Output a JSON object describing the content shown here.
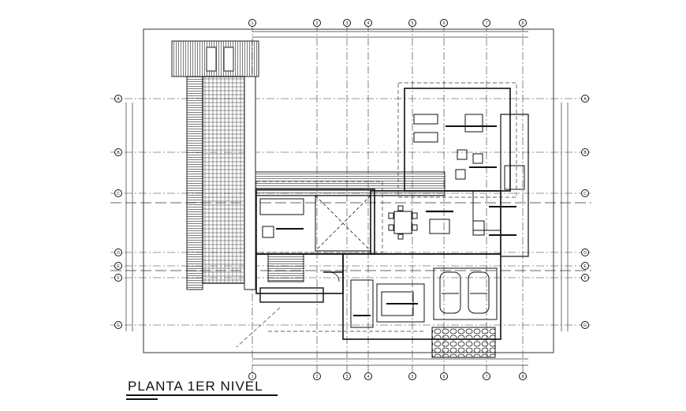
{
  "drawing": {
    "title": "PLANTA 1ER NIVEL"
  },
  "grid": {
    "columns": [
      "1",
      "2",
      "3",
      "4",
      "5",
      "6",
      "7",
      "8"
    ],
    "rows_left": [
      "A",
      "B",
      "C",
      "D",
      "E",
      "F",
      "G"
    ],
    "rows_right": [
      "A",
      "B",
      "C",
      "D",
      "E",
      "F",
      "G"
    ]
  }
}
